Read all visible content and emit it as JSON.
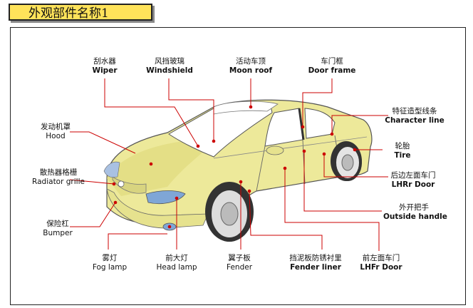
{
  "title": "外观部件名称1",
  "labels": {
    "wiper": {
      "cn": "刮水器",
      "en": "Wiper"
    },
    "windshield": {
      "cn": "风挡玻璃",
      "en": "Windshield"
    },
    "moon_roof": {
      "cn": "活动车顶",
      "en": "Moon roof"
    },
    "door_frame": {
      "cn": "车门框",
      "en": "Door frame"
    },
    "character_line": {
      "cn": "特征造型线条",
      "en": "Character line"
    },
    "hood": {
      "cn": "发动机罩",
      "en": "Hood"
    },
    "tire": {
      "cn": "轮胎",
      "en": "Tire"
    },
    "radiator_grille": {
      "cn": "散热器格栅",
      "en": "Radiator grille"
    },
    "lhrr_door": {
      "cn": "后边左面车门",
      "en": "LHRr Door"
    },
    "outside_handle": {
      "cn": "外开把手",
      "en": "Outside handle"
    },
    "bumper": {
      "cn": "保险杠",
      "en": "Bumper"
    },
    "fog_lamp": {
      "cn": "雾灯",
      "en": "Fog lamp"
    },
    "head_lamp": {
      "cn": "前大灯",
      "en": "Head lamp"
    },
    "fender": {
      "cn": "翼子板",
      "en": "Fender"
    },
    "fender_liner": {
      "cn": "挡泥板防锈衬里",
      "en": "Fender liner"
    },
    "lhfr_door": {
      "cn": "前左面车门",
      "en": "LHFr Door"
    }
  },
  "colors": {
    "title_bg": "#ffe35a",
    "car_body": "#ede99a",
    "leader": "#cc0000",
    "glass": "#ffffff",
    "lamp": "#7fa6d6"
  }
}
